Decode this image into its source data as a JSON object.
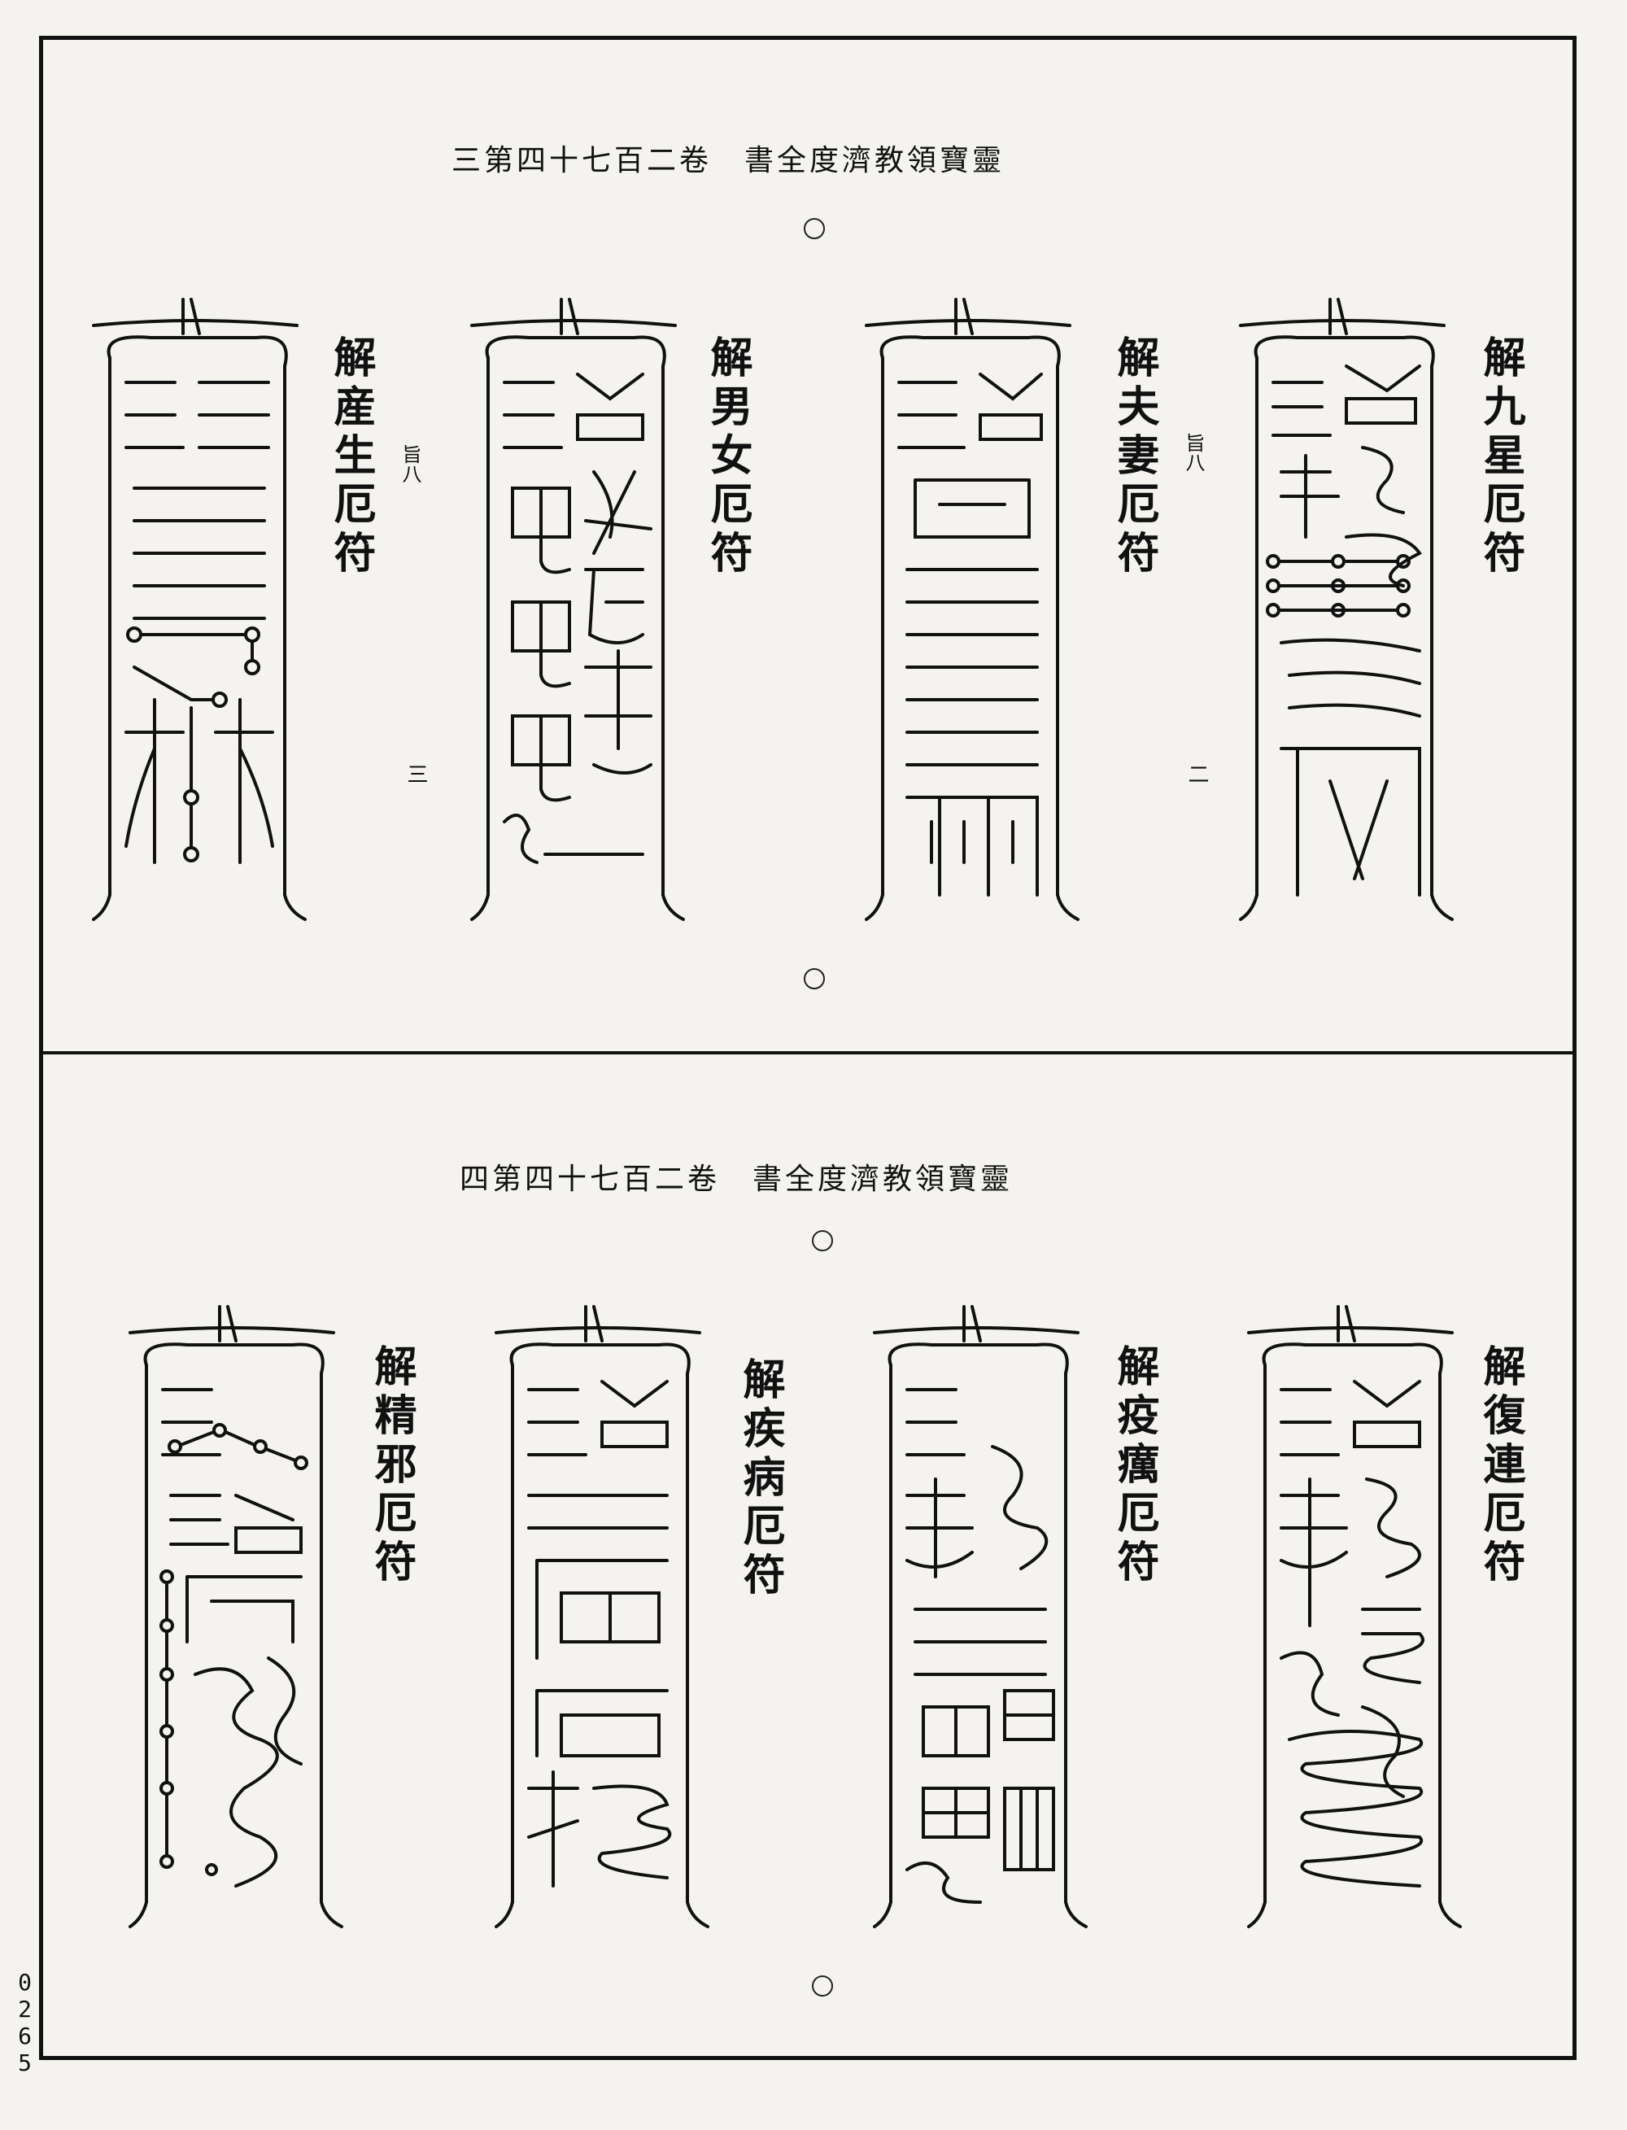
{
  "top_page": {
    "header": "三第四十七百二卷　書全度濟教領寶靈",
    "side_note_1": "旨八",
    "side_note_2": "旨八",
    "page_mark_left": "三",
    "page_mark_right": "二",
    "talismans": [
      {
        "title": "解九星厄符"
      },
      {
        "title": "解夫妻厄符"
      },
      {
        "title": "解男女厄符"
      },
      {
        "title": "解産生厄符"
      }
    ]
  },
  "bottom_page": {
    "header": "四第四十七百二卷　書全度濟教領寶靈",
    "talismans": [
      {
        "title": "解復連厄符"
      },
      {
        "title": "解疫癘厄符"
      },
      {
        "title": "解疾病厄符"
      },
      {
        "title": "解精邪厄符"
      }
    ]
  },
  "margin_number": "0265"
}
